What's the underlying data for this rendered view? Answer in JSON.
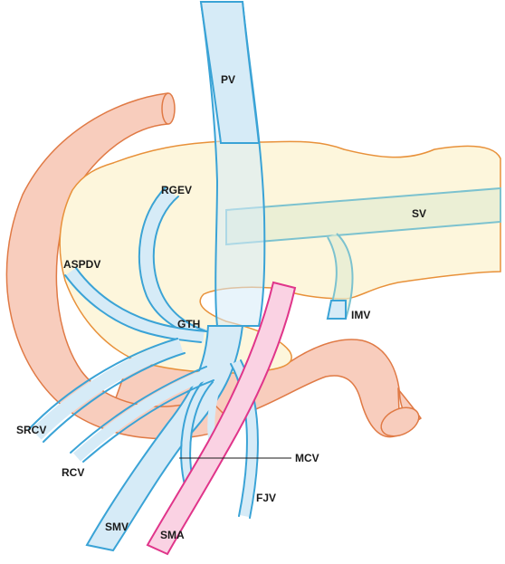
{
  "title": "",
  "labels": {
    "pv": "PV",
    "rgev": "RGEV",
    "sv": "SV",
    "aspdv": "ASPDV",
    "gth": "GTH",
    "imv": "IMV",
    "srcv": "SRCV",
    "rcv": "RCV",
    "mcv": "MCV",
    "fjv": "FJV",
    "smv": "SMV",
    "sma": "SMA"
  },
  "colors": {
    "duodenum_fill": "#f8cdbd",
    "duodenum_stroke": "#e07a45",
    "pancreas_fill": "#fdf6dc",
    "pancreas_stroke": "#e8913a",
    "vein_fill": "#d6ebf7",
    "vein_stroke": "#3aa3d6",
    "artery_fill": "#fad2e3",
    "artery_stroke": "#e0358a"
  }
}
